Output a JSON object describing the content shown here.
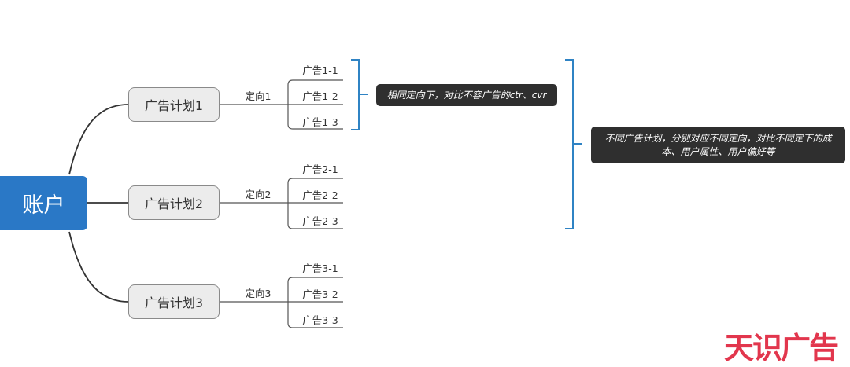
{
  "root": {
    "label": "账户"
  },
  "plans": [
    {
      "label": "广告计划1",
      "direction": "定向1",
      "ads": [
        "广告1-1",
        "广告1-2",
        "广告1-3"
      ]
    },
    {
      "label": "广告计划2",
      "direction": "定向2",
      "ads": [
        "广告2-1",
        "广告2-2",
        "广告2-3"
      ]
    },
    {
      "label": "广告计划3",
      "direction": "定向3",
      "ads": [
        "广告3-1",
        "广告3-2",
        "广告3-3"
      ]
    }
  ],
  "notes": {
    "note1": "相同定向下，对比不容广告的ctr、cvr",
    "note2": "不同广告计划，分别对应不同定向，对比不同定下的成本、用户属性、用户偏好等"
  },
  "brand": {
    "text": "天识广告"
  },
  "colors": {
    "root": "#2a78c6",
    "bracket": "#2f83c4",
    "note_bg": "#2f2f2f",
    "brand": "#e2364d"
  }
}
